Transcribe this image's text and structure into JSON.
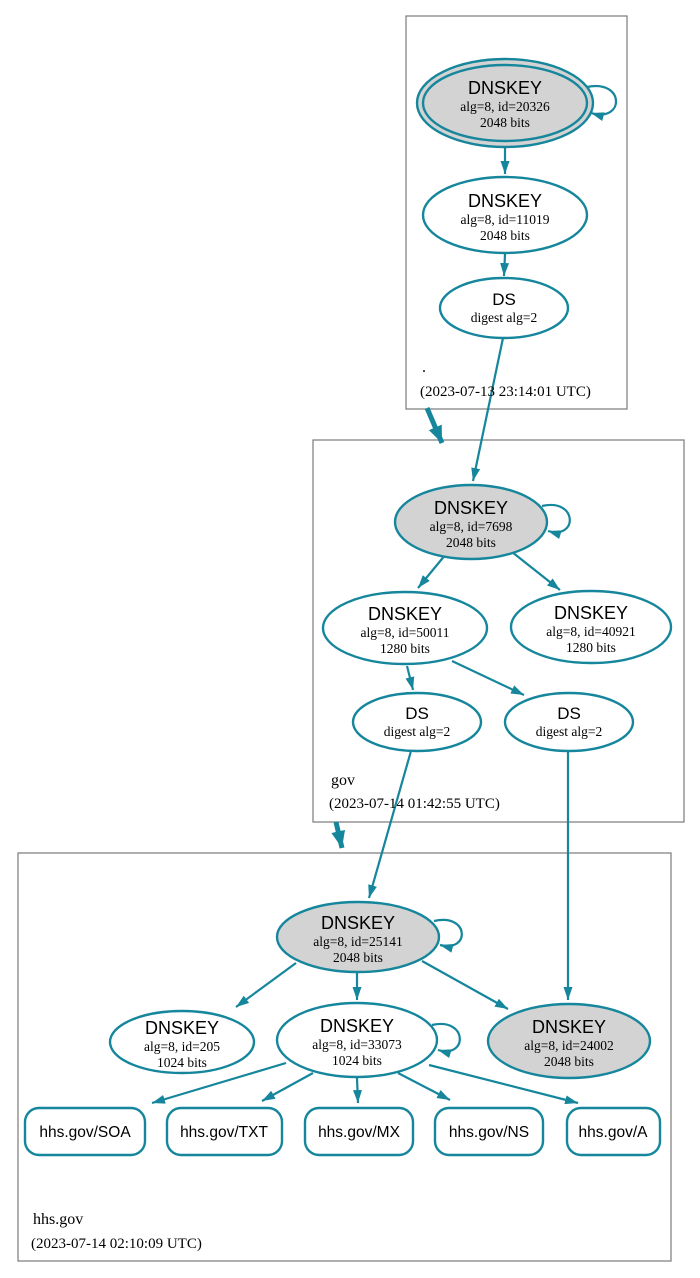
{
  "colors": {
    "accent_teal": "#15869c",
    "ksk_fill": "#d3d3d3",
    "node_fill": "#ffffff",
    "zone_border": "#7a7a7a",
    "text": "#000000"
  },
  "zones": {
    "root": {
      "label": ".",
      "timestamp": "(2023-07-13 23:14:01 UTC)",
      "nodes": {
        "ksk": {
          "title": "DNSKEY",
          "detail": "alg=8, id=20326",
          "bits": "2048 bits"
        },
        "zsk": {
          "title": "DNSKEY",
          "detail": "alg=8, id=11019",
          "bits": "2048 bits"
        },
        "ds": {
          "title": "DS",
          "detail": "digest alg=2"
        }
      }
    },
    "gov": {
      "label": "gov",
      "timestamp": "(2023-07-14 01:42:55 UTC)",
      "nodes": {
        "ksk": {
          "title": "DNSKEY",
          "detail": "alg=8, id=7698",
          "bits": "2048 bits"
        },
        "zsk1": {
          "title": "DNSKEY",
          "detail": "alg=8, id=50011",
          "bits": "1280 bits"
        },
        "zsk2": {
          "title": "DNSKEY",
          "detail": "alg=8, id=40921",
          "bits": "1280 bits"
        },
        "ds1": {
          "title": "DS",
          "detail": "digest alg=2"
        },
        "ds2": {
          "title": "DS",
          "detail": "digest alg=2"
        }
      }
    },
    "hhs": {
      "label": "hhs.gov",
      "timestamp": "(2023-07-14 02:10:09 UTC)",
      "nodes": {
        "ksk": {
          "title": "DNSKEY",
          "detail": "alg=8, id=25141",
          "bits": "2048 bits"
        },
        "zsk1": {
          "title": "DNSKEY",
          "detail": "alg=8, id=205",
          "bits": "1024 bits"
        },
        "zsk2": {
          "title": "DNSKEY",
          "detail": "alg=8, id=33073",
          "bits": "1024 bits"
        },
        "ksk2": {
          "title": "DNSKEY",
          "detail": "alg=8, id=24002",
          "bits": "2048 bits"
        },
        "rrsets": {
          "soa": {
            "label": "hhs.gov/SOA"
          },
          "txt": {
            "label": "hhs.gov/TXT"
          },
          "mx": {
            "label": "hhs.gov/MX"
          },
          "ns": {
            "label": "hhs.gov/NS"
          },
          "a": {
            "label": "hhs.gov/A"
          }
        }
      }
    }
  },
  "edges": [
    {
      "from": "dnskey-20326",
      "to": "dnskey-20326",
      "rel": "self-sign"
    },
    {
      "from": "dnskey-20326",
      "to": "dnskey-11019",
      "rel": "signs"
    },
    {
      "from": "dnskey-11019",
      "to": "ds-root",
      "rel": "signs"
    },
    {
      "from": "ds-root",
      "to": "dnskey-7698",
      "rel": "authenticates"
    },
    {
      "from": "zone-root",
      "to": "zone-gov",
      "rel": "delegation"
    },
    {
      "from": "dnskey-7698",
      "to": "dnskey-7698",
      "rel": "self-sign"
    },
    {
      "from": "dnskey-7698",
      "to": "dnskey-50011",
      "rel": "signs"
    },
    {
      "from": "dnskey-7698",
      "to": "dnskey-40921",
      "rel": "signs"
    },
    {
      "from": "dnskey-50011",
      "to": "ds-gov-1",
      "rel": "signs"
    },
    {
      "from": "dnskey-50011",
      "to": "ds-gov-2",
      "rel": "signs"
    },
    {
      "from": "zone-gov",
      "to": "zone-hhs.gov",
      "rel": "delegation"
    },
    {
      "from": "ds-gov-1",
      "to": "dnskey-25141",
      "rel": "authenticates"
    },
    {
      "from": "ds-gov-2",
      "to": "dnskey-24002",
      "rel": "authenticates"
    },
    {
      "from": "dnskey-25141",
      "to": "dnskey-25141",
      "rel": "self-sign"
    },
    {
      "from": "dnskey-25141",
      "to": "dnskey-205",
      "rel": "signs"
    },
    {
      "from": "dnskey-25141",
      "to": "dnskey-33073",
      "rel": "signs"
    },
    {
      "from": "dnskey-25141",
      "to": "dnskey-24002",
      "rel": "signs"
    },
    {
      "from": "dnskey-33073",
      "to": "dnskey-33073",
      "rel": "self-sign"
    },
    {
      "from": "dnskey-33073",
      "to": "rrset-hhs.gov/SOA",
      "rel": "signs"
    },
    {
      "from": "dnskey-33073",
      "to": "rrset-hhs.gov/TXT",
      "rel": "signs"
    },
    {
      "from": "dnskey-33073",
      "to": "rrset-hhs.gov/MX",
      "rel": "signs"
    },
    {
      "from": "dnskey-33073",
      "to": "rrset-hhs.gov/NS",
      "rel": "signs"
    },
    {
      "from": "dnskey-33073",
      "to": "rrset-hhs.gov/A",
      "rel": "signs"
    }
  ]
}
